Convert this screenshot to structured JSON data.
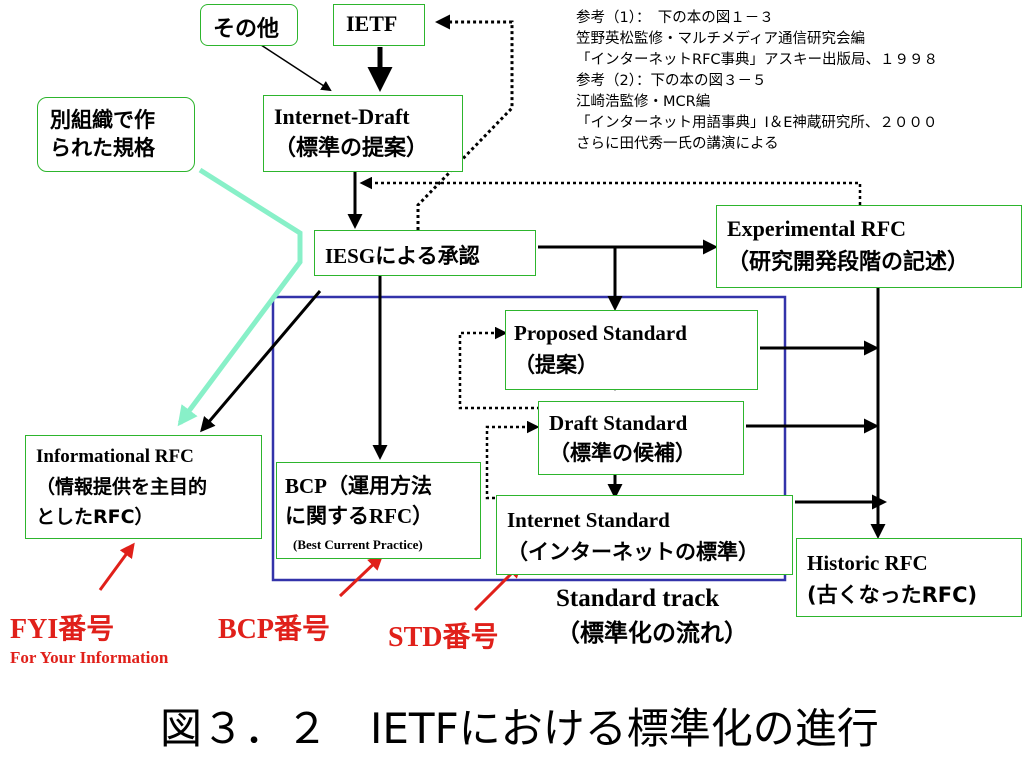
{
  "nodes": {
    "sonota": "その他",
    "ietf": "IETF",
    "betsu": [
      "別組織で作",
      "られた規格"
    ],
    "internet_draft": [
      "Internet-Draft",
      "（標準の提案）"
    ],
    "iesg": "IESGによる承認",
    "experimental": [
      "Experimental RFC",
      "（研究開発段階の記述）"
    ],
    "proposed": [
      "Proposed Standard",
      "（提案）"
    ],
    "draft_std": [
      "Draft Standard",
      "（標準の候補）"
    ],
    "internet_std": [
      "Internet Standard",
      "（インターネットの標準）"
    ],
    "informational": [
      "Informational RFC",
      "（情報提供を主目的",
      "としたRFC）"
    ],
    "bcp": [
      "BCP（運用方法",
      "に関するRFC）",
      "(Best Current Practice)"
    ],
    "historic": [
      "Historic RFC",
      "(古くなったRFC)"
    ]
  },
  "reference": [
    "参考（1）：　下の本の図１－３",
    "笠野英松監修・マルチメディア通信研究会編",
    "「インターネットRFC事典」アスキー出版局、１９９８",
    "参考（2）：下の本の図３－５",
    "江崎浩監修・MCR編",
    "「インターネット用語事典」I＆E神蔵研究所、２０００",
    "さらに田代秀一氏の講演による"
  ],
  "labels": {
    "fyi": "FYI番号",
    "fyi_sub": "For Your Information",
    "bcp": "BCP番号",
    "std": "STD番号",
    "track": [
      "Standard track",
      "（標準化の流れ）"
    ]
  },
  "caption": "図３．２　IETFにおける標準化の進行",
  "colors": {
    "box_border": "#2db52d",
    "track_border": "#3333aa",
    "red": "#e0201a",
    "light_arrow": "#88f0c8"
  }
}
